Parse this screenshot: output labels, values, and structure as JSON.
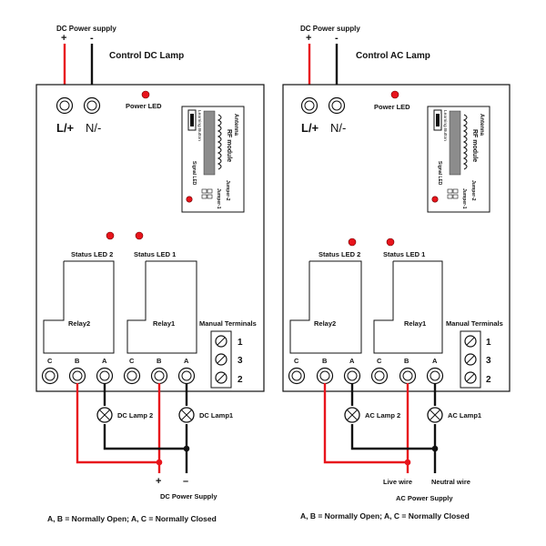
{
  "panels": [
    {
      "id": "left",
      "supply_top": "DC Power supply",
      "plus_sign": "+",
      "minus_sign": "-",
      "title": "Control DC Lamp",
      "lplus": "L/+",
      "nminus": "N/-",
      "power_led": "Power LED",
      "module": {
        "antenna": "Antenna",
        "rf_module": "RF module",
        "learning_button": "Learning Button",
        "signal_led": "Signal LED",
        "jumper2": "Jumper-2",
        "jumper1": "Jumper-1"
      },
      "status_led_2": "Status LED 2",
      "status_led_1": "Status LED 1",
      "relay2": "Relay2",
      "relay1": "Relay1",
      "manual_terminals": "Manual Terminals",
      "manual_numbers": [
        "1",
        "3",
        "2"
      ],
      "terminal_labels": [
        "C",
        "B",
        "A",
        "C",
        "B",
        "A"
      ],
      "lamp2": "DC Lamp 2",
      "lamp1": "DC Lamp1",
      "bottom_plus": "+",
      "bottom_minus": "–",
      "bottom_supply": "DC Power Supply",
      "live_wire": "",
      "neutral_wire": "",
      "legend": "A, B = Normally Open; A, C = Normally Closed"
    },
    {
      "id": "right",
      "supply_top": "DC Power supply",
      "plus_sign": "+",
      "minus_sign": "-",
      "title": "Control AC Lamp",
      "lplus": "L/+",
      "nminus": "N/-",
      "power_led": "Power LED",
      "module": {
        "antenna": "Antenna",
        "rf_module": "RF module",
        "learning_button": "Learning Button",
        "signal_led": "Signal LED",
        "jumper2": "Jumper-2",
        "jumper1": "Jumper-1"
      },
      "status_led_2": "Status LED 2",
      "status_led_1": "Status LED 1",
      "relay2": "Relay2",
      "relay1": "Relay1",
      "manual_terminals": "Manual Terminals",
      "manual_numbers": [
        "1",
        "3",
        "2"
      ],
      "terminal_labels": [
        "C",
        "B",
        "A",
        "C",
        "B",
        "A"
      ],
      "lamp2": "AC Lamp 2",
      "lamp1": "AC Lamp1",
      "bottom_plus": "",
      "bottom_minus": "",
      "bottom_supply": "AC Power Supply",
      "live_wire": "Live wire",
      "neutral_wire": "Neutral wire",
      "legend": "A, B = Normally Open; A, C = Normally Closed"
    }
  ],
  "colors": {
    "positive_wire": "#e8141c",
    "negative_wire": "#111111",
    "led": "#e8141c",
    "module_bar": "#8c8c8c"
  },
  "icons": [
    "terminal-screw-icon",
    "lamp-icon",
    "led-icon",
    "antenna-coil-icon",
    "jumper-icon"
  ]
}
